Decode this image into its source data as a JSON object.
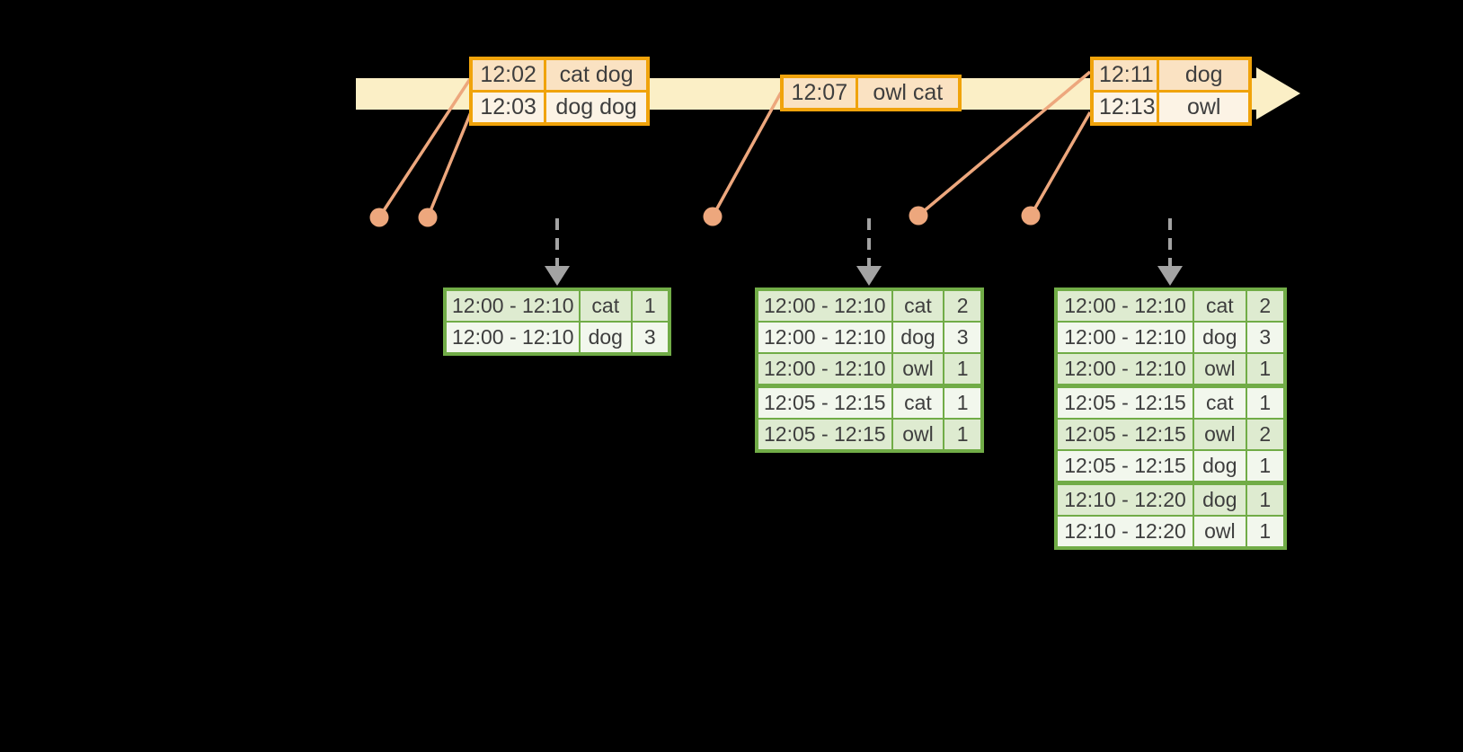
{
  "colors": {
    "background": "#000000",
    "timeline_band": "#FBEFC6",
    "event_border": "#F0A30B",
    "event_row_dark": "#FAE2C2",
    "event_row_light": "#FCF3E5",
    "connector": "#EDA77D",
    "result_border": "#71AC47",
    "result_row_dark": "#DEEBD0",
    "result_row_light": "#F2F7ED",
    "trigger_arrow": "#A3A3A3",
    "text": "#3E3E3E"
  },
  "event_tables": [
    {
      "id": "event-table-1",
      "rows": [
        {
          "time": "12:02",
          "words": "cat dog"
        },
        {
          "time": "12:03",
          "words": "dog dog"
        }
      ]
    },
    {
      "id": "event-table-2",
      "rows": [
        {
          "time": "12:07",
          "words": "owl cat"
        }
      ]
    },
    {
      "id": "event-table-3",
      "rows": [
        {
          "time": "12:11",
          "words": "dog"
        },
        {
          "time": "12:13",
          "words": "owl"
        }
      ]
    }
  ],
  "result_tables": [
    {
      "id": "result-table-1",
      "rows": [
        {
          "window": "12:00 - 12:10",
          "word": "cat",
          "count": "1"
        },
        {
          "window": "12:00 - 12:10",
          "word": "dog",
          "count": "3"
        }
      ]
    },
    {
      "id": "result-table-2",
      "rows": [
        {
          "window": "12:00 - 12:10",
          "word": "cat",
          "count": "2"
        },
        {
          "window": "12:00 - 12:10",
          "word": "dog",
          "count": "3"
        },
        {
          "window": "12:00 - 12:10",
          "word": "owl",
          "count": "1",
          "group_end": true
        },
        {
          "window": "12:05 - 12:15",
          "word": "cat",
          "count": "1"
        },
        {
          "window": "12:05 - 12:15",
          "word": "owl",
          "count": "1"
        }
      ]
    },
    {
      "id": "result-table-3",
      "rows": [
        {
          "window": "12:00 - 12:10",
          "word": "cat",
          "count": "2"
        },
        {
          "window": "12:00 - 12:10",
          "word": "dog",
          "count": "3"
        },
        {
          "window": "12:00 - 12:10",
          "word": "owl",
          "count": "1",
          "group_end": true
        },
        {
          "window": "12:05 - 12:15",
          "word": "cat",
          "count": "1"
        },
        {
          "window": "12:05 - 12:15",
          "word": "owl",
          "count": "2"
        },
        {
          "window": "12:05 - 12:15",
          "word": "dog",
          "count": "1",
          "group_end": true
        },
        {
          "window": "12:10 - 12:20",
          "word": "dog",
          "count": "1"
        },
        {
          "window": "12:10 - 12:20",
          "word": "owl",
          "count": "1"
        }
      ]
    }
  ]
}
